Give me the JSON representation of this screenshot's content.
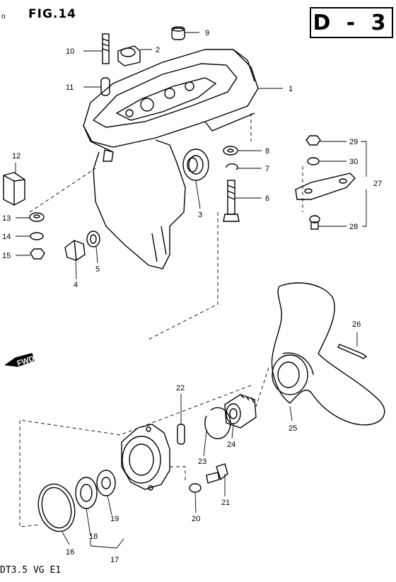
{
  "header": {
    "figure_label": "FIG.14",
    "section_code": "D - 3",
    "corner_mark": "o"
  },
  "footer": {
    "model_code": "DT3.5 VG E1"
  },
  "direction_marker": {
    "label": "FWD",
    "icon": "fwd-arrow-icon"
  },
  "callouts": [
    {
      "id": "1",
      "text": "1"
    },
    {
      "id": "2",
      "text": "2"
    },
    {
      "id": "3",
      "text": "3"
    },
    {
      "id": "4",
      "text": "4"
    },
    {
      "id": "5",
      "text": "5"
    },
    {
      "id": "6",
      "text": "6"
    },
    {
      "id": "7",
      "text": "7"
    },
    {
      "id": "8",
      "text": "8"
    },
    {
      "id": "9",
      "text": "9"
    },
    {
      "id": "10",
      "text": "10"
    },
    {
      "id": "11",
      "text": "11"
    },
    {
      "id": "12",
      "text": "12"
    },
    {
      "id": "13",
      "text": "13"
    },
    {
      "id": "14",
      "text": "14"
    },
    {
      "id": "15",
      "text": "15"
    },
    {
      "id": "16",
      "text": "16"
    },
    {
      "id": "17",
      "text": "17"
    },
    {
      "id": "18",
      "text": "18"
    },
    {
      "id": "19",
      "text": "19"
    },
    {
      "id": "20",
      "text": "20"
    },
    {
      "id": "21",
      "text": "21"
    },
    {
      "id": "22",
      "text": "22"
    },
    {
      "id": "23",
      "text": "23"
    },
    {
      "id": "24",
      "text": "24"
    },
    {
      "id": "25",
      "text": "25"
    },
    {
      "id": "26",
      "text": "26"
    },
    {
      "id": "27",
      "text": "27"
    },
    {
      "id": "28",
      "text": "28"
    },
    {
      "id": "29",
      "text": "29"
    },
    {
      "id": "30",
      "text": "30"
    }
  ]
}
